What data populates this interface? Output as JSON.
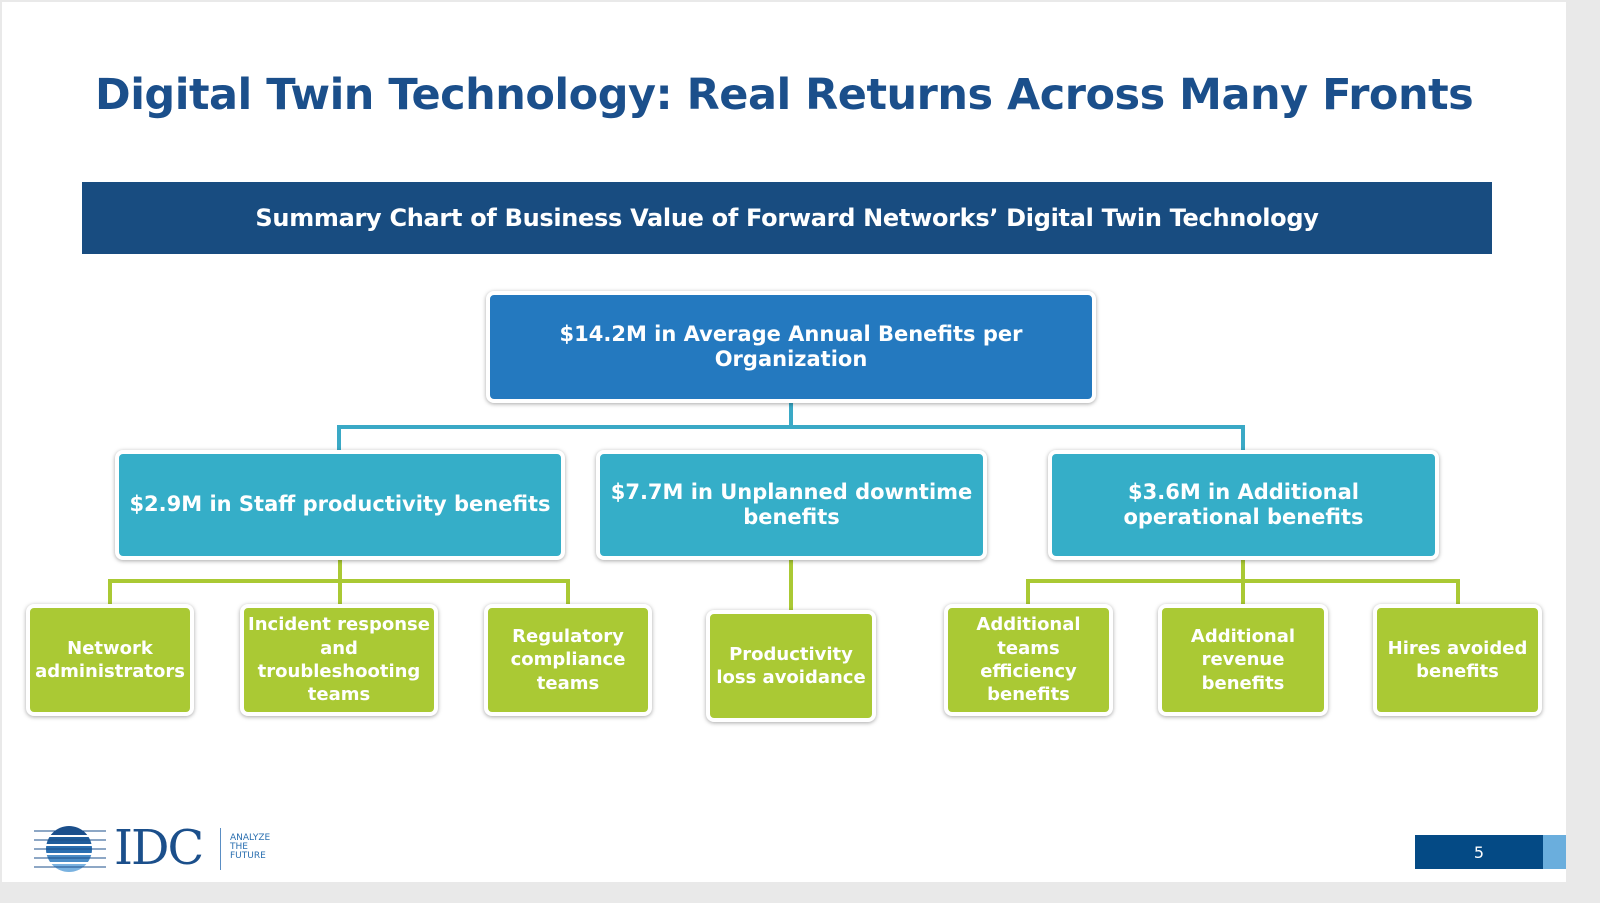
{
  "title": "Digital Twin Technology: Real Returns Across Many Fronts",
  "banner": "Summary Chart of Business Value of Forward Networks’ Digital Twin Technology",
  "root": "$14.2M in Average Annual Benefits per Organization",
  "branches": [
    {
      "label": "$2.9M in Staff productivity benefits",
      "children": [
        "Network administrators",
        "Incident response and troubleshooting teams",
        "Regulatory compliance teams"
      ]
    },
    {
      "label": "$7.7M in Unplanned downtime benefits",
      "children": [
        "Productivity loss avoidance"
      ]
    },
    {
      "label": "$3.6M in Additional operational benefits",
      "children": [
        "Additional teams efficiency benefits",
        "Additional revenue benefits",
        "Hires avoided benefits"
      ]
    }
  ],
  "footer": {
    "logo": "IDC",
    "tagline": [
      "ANALYZE",
      "THE",
      "FUTURE"
    ],
    "page_number": "5"
  },
  "colors": {
    "title": "#1b4f8b",
    "banner": "#184c80",
    "root": "#2479bf",
    "branch": "#35aec8",
    "leaf": "#aac934"
  }
}
